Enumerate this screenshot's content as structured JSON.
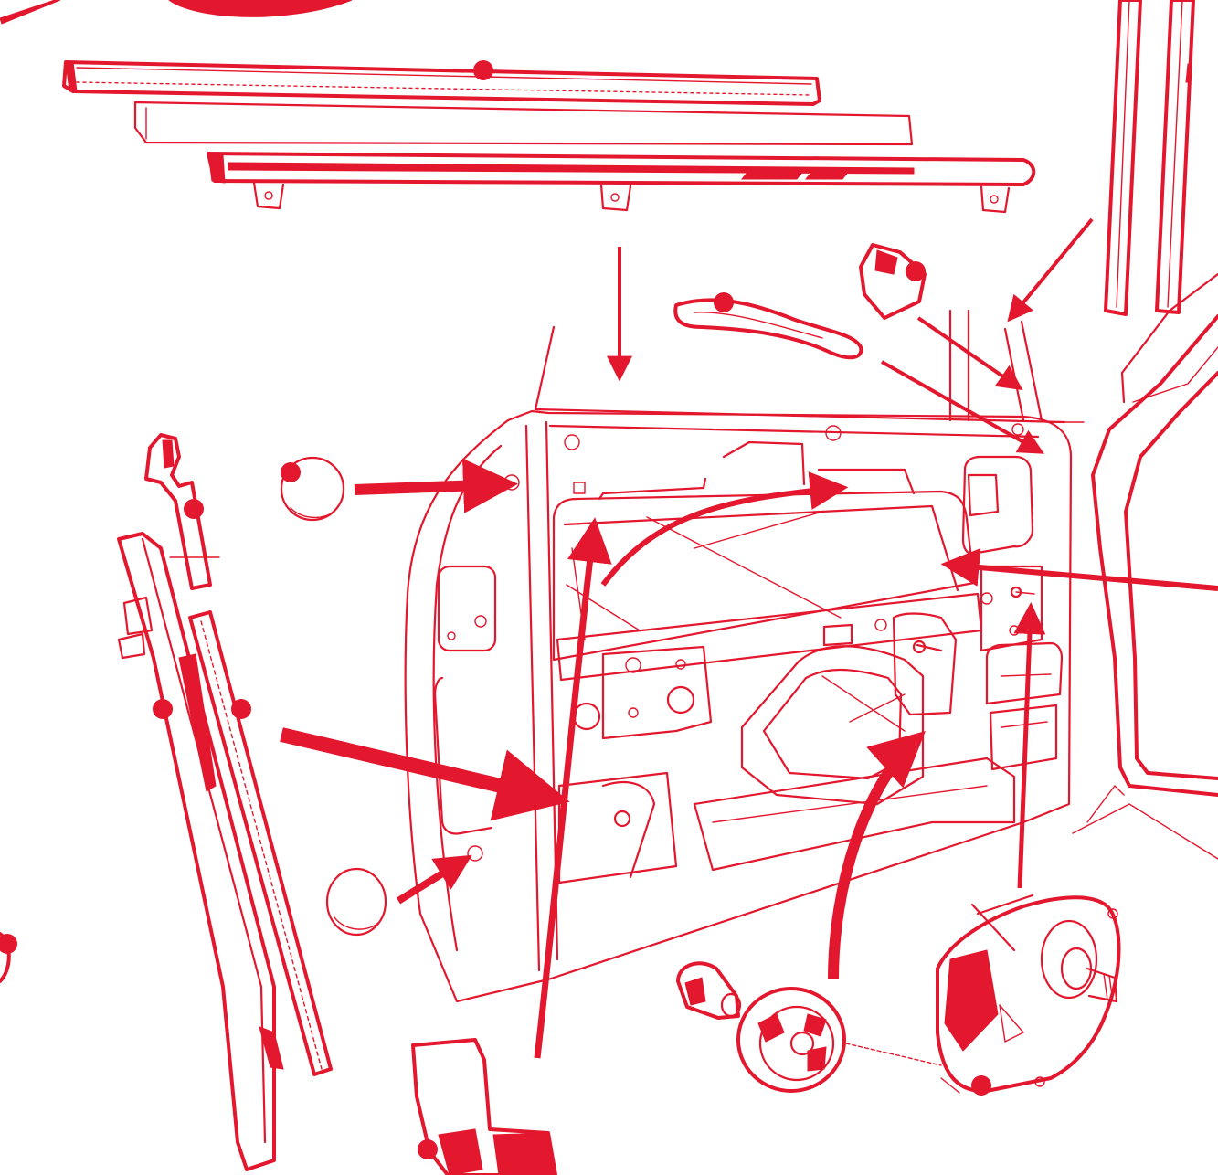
{
  "colors": {
    "line": "#e3172d",
    "background": "#ffffff"
  },
  "parts": [
    "door-shell",
    "outer-window-weatherstrip",
    "inner-window-seal",
    "window-channel-trim",
    "window-run-channel",
    "inside-door-handle",
    "door-lock-bracket",
    "door-plug-upper",
    "door-plug-lower",
    "vertical-glass-channel",
    "vertical-seal-strip",
    "front-guide-clip",
    "door-hinge",
    "window-regulator-motor",
    "regulator-pulley",
    "regulator-bushing",
    "body-door-opening-seal"
  ]
}
